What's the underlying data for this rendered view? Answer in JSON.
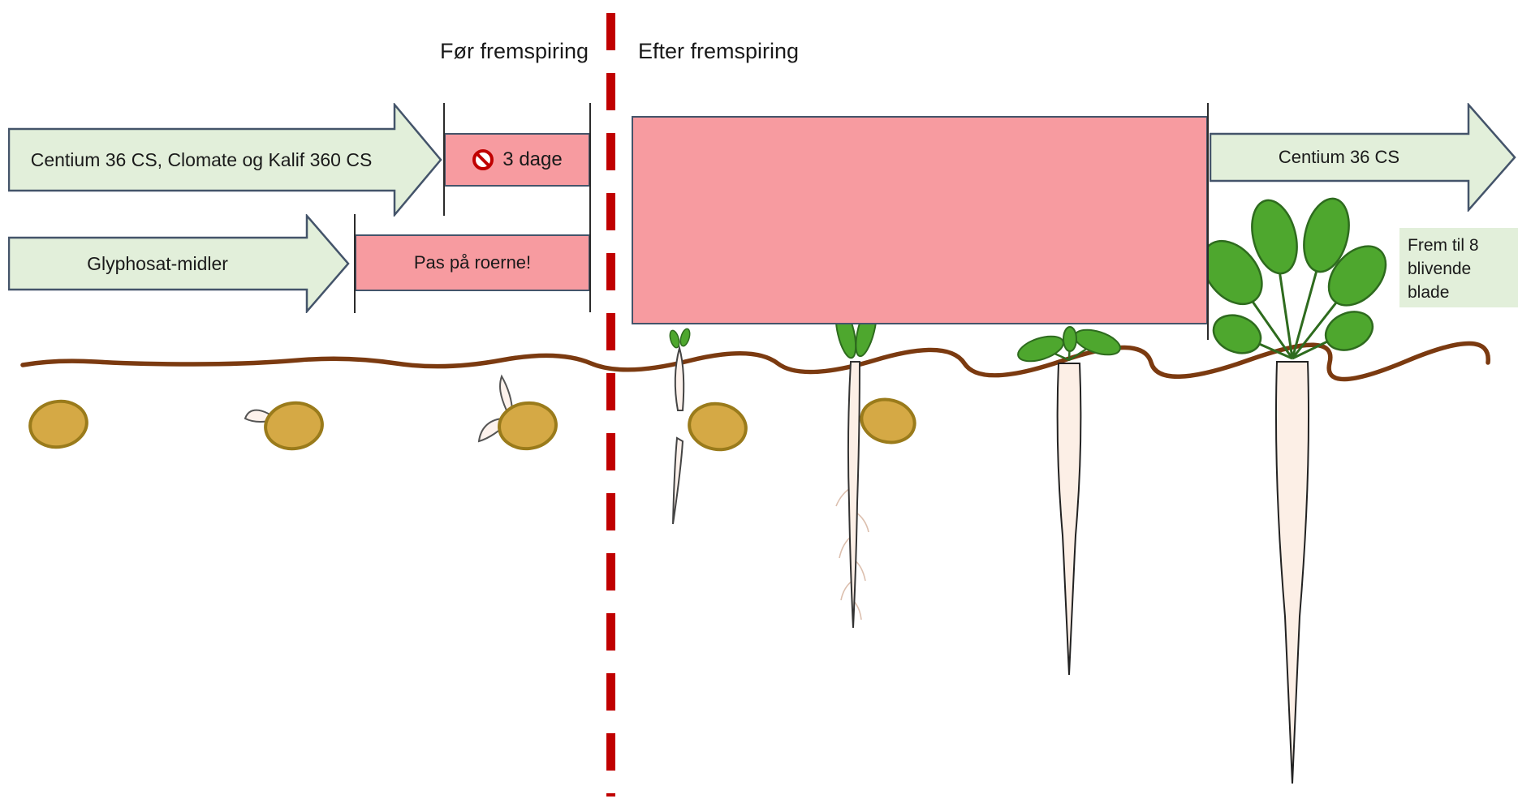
{
  "header": {
    "before": "Før fremspiring",
    "after": "Efter fremspiring"
  },
  "timeline": {
    "pre_arrow1": "Centium 36 CS, Clomate og Kalif 360 CS",
    "pre_block1": "3 dage",
    "pre_arrow2": "Glyphosat-midler",
    "pre_block2": "Pas på roerne!",
    "post_arrow": "Centium 36 CS",
    "post_note": "Frem til 8 blivende blade"
  },
  "icons": {
    "no_entry": "no-entry-icon"
  },
  "colors": {
    "arrow_fill": "#e2efda",
    "arrow_stroke": "#44546a",
    "pink_fill": "#f79ba0",
    "dashed_divider": "#c00000",
    "soil": "#7b3a10",
    "seed_fill": "#d5a945",
    "seed_stroke": "#9a7b1b",
    "leaf_fill": "#4ea72e",
    "leaf_stroke": "#2e6b1e",
    "root_fill": "#fcefe6",
    "note_fill": "#e2efda"
  }
}
